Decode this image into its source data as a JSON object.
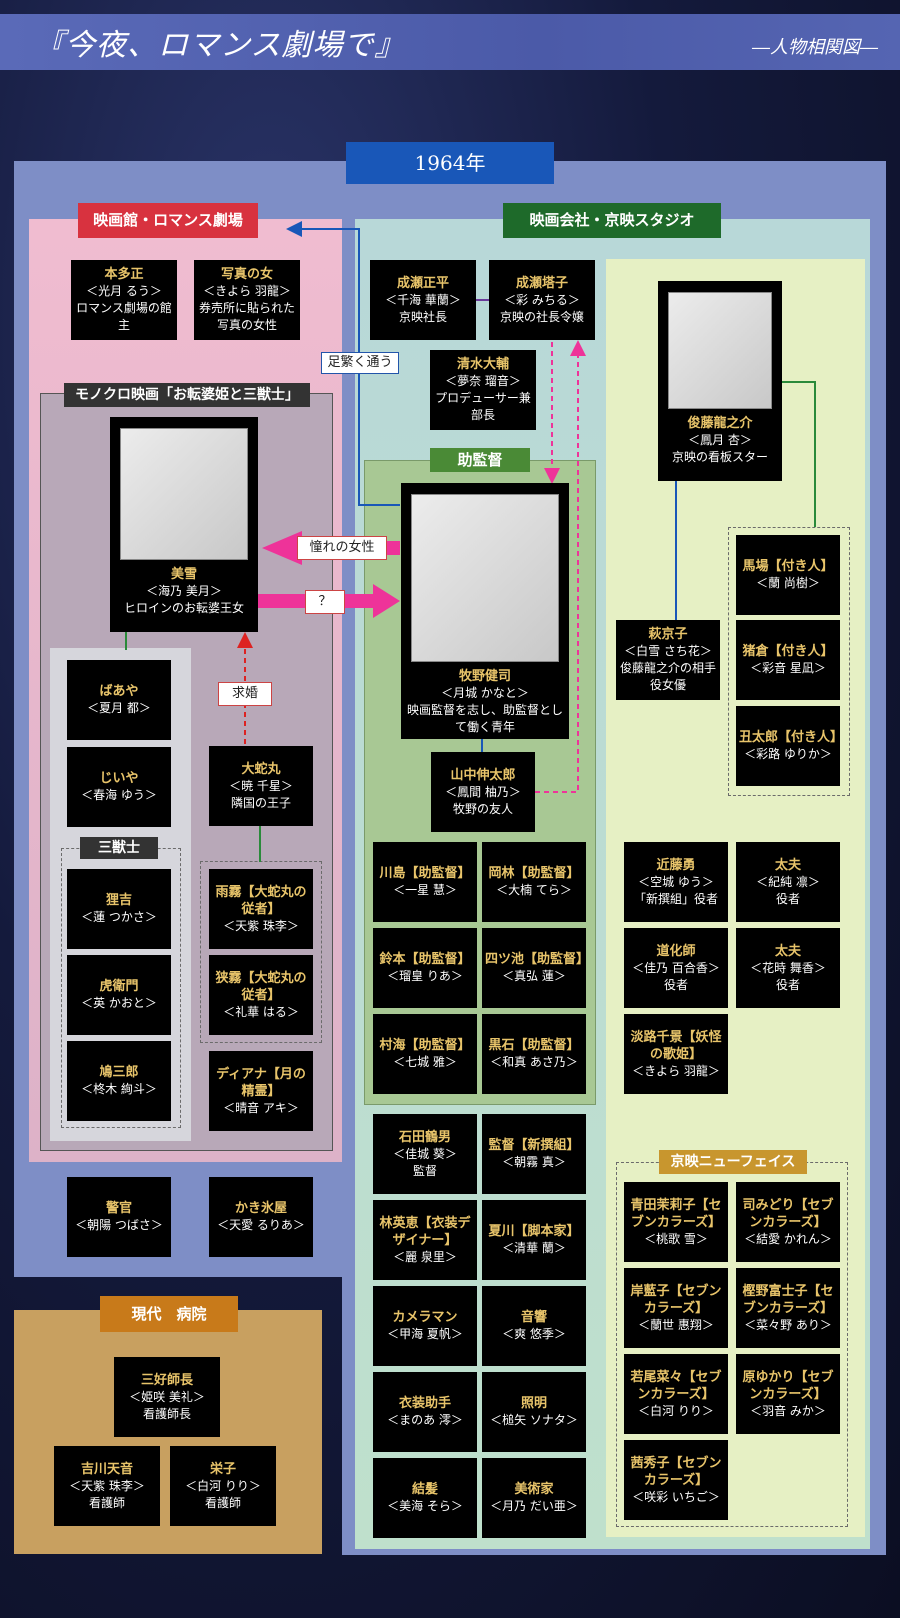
{
  "header": {
    "title": "『今夜、ロマンス劇場で』",
    "subtitle": "―人物相関図―"
  },
  "year": "1964年",
  "sections": {
    "theater": "映画館・ロマンス劇場",
    "studio": "映画会社・京映スタジオ",
    "mono": "モノクロ映画「お転婆姫と三獣士」",
    "assistant": "助監督",
    "sanjushi": "三獣士",
    "newface": "京映ニューフェイス",
    "hospital": "現代　病院"
  },
  "labels": {
    "ashi": "足繁く通う",
    "akogare": "憧れの女性",
    "question": "？",
    "kyukon": "求婚"
  },
  "colors": {
    "accent": "#e8c46a",
    "pink": "#ee3399",
    "blue": "#1957b8",
    "green": "#2a8a3a"
  },
  "cards": [
    {
      "id": "honda",
      "name": "本多正",
      "actor": "＜光月 るう＞",
      "role": "ロマンス劇場の館主"
    },
    {
      "id": "shashin",
      "name": "写真の女",
      "actor": "＜きよら 羽龍＞",
      "role": "券売所に貼られた写真の女性"
    },
    {
      "id": "miyuki",
      "name": "美雪",
      "actor": "＜海乃 美月＞",
      "role": "ヒロインのお転婆王女"
    },
    {
      "id": "baaya",
      "name": "ばあや",
      "actor": "＜夏月 都＞",
      "role": ""
    },
    {
      "id": "jiiya",
      "name": "じいや",
      "actor": "＜春海 ゆう＞",
      "role": ""
    },
    {
      "id": "orochimaru",
      "name": "大蛇丸",
      "actor": "＜暁 千星＞",
      "role": "隣国の王子"
    },
    {
      "id": "tanukichi",
      "name": "狸吉",
      "actor": "＜蓮 つかさ＞",
      "role": ""
    },
    {
      "id": "toraemon",
      "name": "虎衛門",
      "actor": "＜英 かおと＞",
      "role": ""
    },
    {
      "id": "hatosaburo",
      "name": "鳩三郎",
      "actor": "＜柊木 絢斗＞",
      "role": ""
    },
    {
      "id": "amagiri",
      "name": "雨霧【大蛇丸の従者】",
      "actor": "＜天紫 珠李＞",
      "role": ""
    },
    {
      "id": "sagiri",
      "name": "狭霧【大蛇丸の従者】",
      "actor": "＜礼華 はる＞",
      "role": ""
    },
    {
      "id": "diana",
      "name": "ディアナ【月の精霊】",
      "actor": "＜晴音 アキ＞",
      "role": ""
    },
    {
      "id": "keikan",
      "name": "警官",
      "actor": "＜朝陽 つばさ＞",
      "role": ""
    },
    {
      "id": "kakigori",
      "name": "かき氷屋",
      "actor": "＜天愛 るりあ＞",
      "role": ""
    },
    {
      "id": "naruse_m",
      "name": "成瀬正平",
      "actor": "＜千海 華蘭＞",
      "role": "京映社長"
    },
    {
      "id": "naruse_t",
      "name": "成瀬塔子",
      "actor": "＜彩 みちる＞",
      "role": "京映の社長令嬢"
    },
    {
      "id": "shimizu",
      "name": "清水大輔",
      "actor": "＜夢奈 瑠音＞",
      "role": "プロデューサー兼部長"
    },
    {
      "id": "makino",
      "name": "牧野健司",
      "actor": "＜月城 かなと＞",
      "role": "映画監督を志し、助監督として働く青年"
    },
    {
      "id": "yamanaka",
      "name": "山中伸太郎",
      "actor": "＜鳳間 柚乃＞",
      "role": "牧野の友人"
    },
    {
      "id": "kawashima",
      "name": "川島【助監督】",
      "actor": "＜一星 慧＞",
      "role": ""
    },
    {
      "id": "okabayashi",
      "name": "岡林【助監督】",
      "actor": "＜大楠 てら＞",
      "role": ""
    },
    {
      "id": "suzuki",
      "name": "鈴本【助監督】",
      "actor": "＜瑠皇 りあ＞",
      "role": ""
    },
    {
      "id": "yotsuike",
      "name": "四ツ池【助監督】",
      "actor": "＜真弘 蓮＞",
      "role": ""
    },
    {
      "id": "murakai",
      "name": "村海【助監督】",
      "actor": "＜七城 雅＞",
      "role": ""
    },
    {
      "id": "kuroishi",
      "name": "黒石【助監督】",
      "actor": "＜和真 あさ乃＞",
      "role": ""
    },
    {
      "id": "ishida",
      "name": "石田鶴男",
      "actor": "＜佳城 葵＞",
      "role": "監督"
    },
    {
      "id": "kantoku",
      "name": "監督【新撰組】",
      "actor": "＜朝霧 真＞",
      "role": ""
    },
    {
      "id": "hayashi",
      "name": "林英恵【衣装デザイナー】",
      "actor": "＜麗 泉里＞",
      "role": ""
    },
    {
      "id": "natsukawa",
      "name": "夏川【脚本家】",
      "actor": "＜清華 蘭＞",
      "role": ""
    },
    {
      "id": "cameraman",
      "name": "カメラマン",
      "actor": "＜甲海 夏帆＞",
      "role": ""
    },
    {
      "id": "onkyo",
      "name": "音響",
      "actor": "＜爽 悠季＞",
      "role": ""
    },
    {
      "id": "isho",
      "name": "衣装助手",
      "actor": "＜まのあ 澪＞",
      "role": ""
    },
    {
      "id": "shomei",
      "name": "照明",
      "actor": "＜槌矢 ソナタ＞",
      "role": ""
    },
    {
      "id": "yuigami",
      "name": "結髪",
      "actor": "＜美海 そら＞",
      "role": ""
    },
    {
      "id": "bijutsu",
      "name": "美術家",
      "actor": "＜月乃 だい亜＞",
      "role": ""
    },
    {
      "id": "shundo",
      "name": "俊藤龍之介",
      "actor": "＜鳳月 杏＞",
      "role": "京映の看板スター"
    },
    {
      "id": "ogi",
      "name": "萩京子",
      "actor": "＜白雪 さち花＞",
      "role": "俊藤龍之介の相手役女優"
    },
    {
      "id": "baba",
      "name": "馬場【付き人】",
      "actor": "＜蘭 尚樹＞",
      "role": ""
    },
    {
      "id": "inokura",
      "name": "猪倉【付き人】",
      "actor": "＜彩音 星凪＞",
      "role": ""
    },
    {
      "id": "ushitaro",
      "name": "丑太郎【付き人】",
      "actor": "＜彩路 ゆりか＞",
      "role": ""
    },
    {
      "id": "kondo",
      "name": "近藤勇",
      "actor": "＜空城 ゆう＞",
      "role": "「新撰組」役者"
    },
    {
      "id": "tayu1",
      "name": "太夫",
      "actor": "＜紀純 凛＞",
      "role": "役者"
    },
    {
      "id": "doke",
      "name": "道化師",
      "actor": "＜佳乃 百合香＞",
      "role": "役者"
    },
    {
      "id": "tayu2",
      "name": "太夫",
      "actor": "＜花時 舞香＞",
      "role": "役者"
    },
    {
      "id": "awaji",
      "name": "淡路千景【妖怪の歌姫】",
      "actor": "＜きよら 羽龍＞",
      "role": ""
    },
    {
      "id": "aoyama",
      "name": "青田茉莉子【セブンカラーズ】",
      "actor": "＜桃歌 雪＞",
      "role": ""
    },
    {
      "id": "tsukasa",
      "name": "司みどり【セブンカラーズ】",
      "actor": "＜結愛 かれん＞",
      "role": ""
    },
    {
      "id": "kishi",
      "name": "岸藍子【セブンカラーズ】",
      "actor": "＜蘭世 惠翔＞",
      "role": ""
    },
    {
      "id": "kashino",
      "name": "樫野富士子【セブンカラーズ】",
      "actor": "＜菜々野 あり＞",
      "role": ""
    },
    {
      "id": "wakao",
      "name": "若尾菜々【セブンカラーズ】",
      "actor": "＜白河 りり＞",
      "role": ""
    },
    {
      "id": "hara",
      "name": "原ゆかり【セブンカラーズ】",
      "actor": "＜羽音 みか＞",
      "role": ""
    },
    {
      "id": "akane",
      "name": "茜秀子【セブンカラーズ】",
      "actor": "＜咲彩 いちご＞",
      "role": ""
    },
    {
      "id": "miyoshi",
      "name": "三好師長",
      "actor": "＜姫咲 美礼＞",
      "role": "看護師長"
    },
    {
      "id": "yoshikawa",
      "name": "吉川天音",
      "actor": "＜天紫 珠李＞",
      "role": "看護師"
    },
    {
      "id": "eiko",
      "name": "栄子",
      "actor": "＜白河 りり＞",
      "role": "看護師"
    }
  ]
}
